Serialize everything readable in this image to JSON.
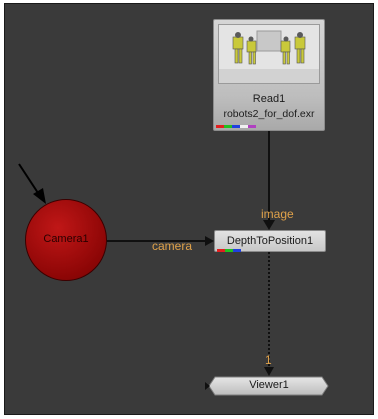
{
  "graph": {
    "background_color": "#3a3a3a",
    "pipe_color": "#101010",
    "label_color": "#e0a24a"
  },
  "nodes": {
    "read": {
      "name": "Read1",
      "file": "robots2_for_dof.exr",
      "channels": [
        "#e22020",
        "#22c020",
        "#2040e0",
        "#f0f0f0",
        "#b040c0"
      ]
    },
    "depth_to_position": {
      "name": "DepthToPosition1",
      "channels": [
        "#e22020",
        "#22c020",
        "#2040e0"
      ]
    },
    "camera": {
      "name": "Camera1",
      "color": "#a00d0d"
    },
    "viewer": {
      "name": "Viewer1"
    }
  },
  "connections": {
    "read_to_depth_input": "image",
    "camera_to_depth_input": "camera",
    "depth_to_viewer_input": "1"
  }
}
